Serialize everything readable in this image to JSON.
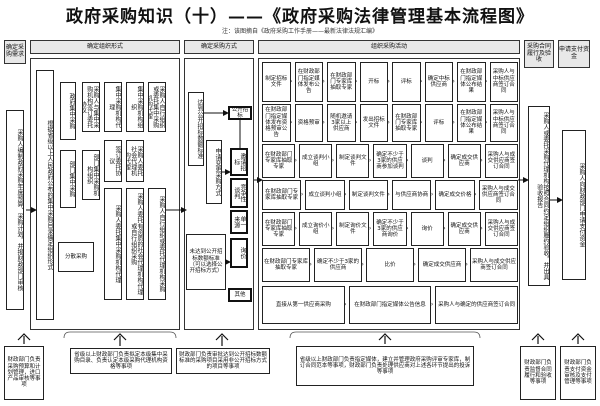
{
  "header": {
    "title": "政府采购知识（十）——《政府采购法律管理基本流程图》",
    "note": "注：该图摘自《政府采购工作手册——最新法律法规汇编》"
  },
  "columns": {
    "c1": "确定采购需求",
    "c2": "确定组织形式",
    "c3": "确定采购方式",
    "c4": "组织采购活动",
    "c5": "采购合同履行及验收",
    "c6": "申请支付资金"
  },
  "left": {
    "c1_main": "采购人编制政府采购年度预算、采购计划，并报财政部门审核",
    "c2_basis": "根据省级以上人民政府公布的集中采购目录确定组织形式",
    "gov_central": "政府集中采购",
    "dept_central": "部门集中采购",
    "dispersed": "分散采购",
    "gov_agent": "集中采购机构代理",
    "dept_org": "部门集中采购机构组织",
    "pur_entrust_a": "采购人委托集中采购机构代理",
    "pur_entrust_b": "采购人委托有资质的社会代理机构代理或自行组织采购",
    "pur_self": "采购人自行组织或委托代理机构采购",
    "entrust_agreement": "签订委托协议",
    "central_org": "集中采购机构组织",
    "pur_self2": "采购人自行组织或委托集中采购机构代理",
    "pur_dept_agree": "采购人与集中采购机构签订委托协议",
    "pur_entrust_c": "采购人委托社会代理机构代理"
  },
  "methods": {
    "over_limit": "达到公开招标数额标准",
    "apply": "申请变更采购方式",
    "under_limit": "未达到公开招标数额标准（可以选择公开招标方式）",
    "public": "公开招标",
    "invite": "邀请招标",
    "competitive": "竞争性谈判",
    "single": "单一来源",
    "inquiry": "询价",
    "other": "其他"
  },
  "process": {
    "row1": [
      "制定招标文件",
      "在财政部门指定媒体发布公告",
      "在财政部门专家库抽取专家",
      "开标",
      "评标",
      "确定中标供应商",
      "在财政部门指定媒体公布结果",
      "采购人与中标供应商签订合同"
    ],
    "row2": [
      "在财政部门指定媒体发布资格预审公告",
      "资格预审",
      "随机邀请3家以上供应商",
      "发出招标文件",
      "在财政部门专家库抽取专家",
      "评标",
      "在财政部门指定媒体公布结果",
      "采购人与中标供应商签订合同"
    ],
    "row3": [
      "在财政部门专家库抽取专家",
      "成立谈判小组",
      "制定谈判文件",
      "确定不少于3家的供应商参加谈判",
      "谈判",
      "确定成交供应商",
      "采购人与成交供应商签订合同"
    ],
    "row4": [
      "在财政部门专家库抽取专家",
      "成立谈判小组",
      "制定谈判文件",
      "与供应商协商",
      "确定成交价格",
      "采购人与成交供应商签订合同"
    ],
    "row5": [
      "在财政部门专家库抽取专家",
      "成立询价小组",
      "制定询价文件",
      "确定不少于3家的供应商询价",
      "询价",
      "确定成交供应商",
      "采购人与成交供应商签订合同"
    ],
    "row6": [
      "在财政部门专家库抽取专家",
      "确定不少于3家的供应商",
      "比价",
      "确定成交供应商",
      "采购人与成交供应商签订合同"
    ],
    "row7": [
      "直接从第一供应商采购",
      "在财政部门指定媒体公告信息",
      "采购人与确定的供应商签订合同"
    ]
  },
  "right": {
    "c5_main": "采购人或委托采购代理机构按照合同约定组织履约验收，并出具验收报告",
    "c6_main": "采购人向财政部门申请支付资金"
  },
  "footer": {
    "f1": "财政部门负责采购预算和计划管理，进口产品审核等事项",
    "f2": "省级以上财政部门负责拟定本级集中采购目录、负责认定本级采购代理机构资格等事项",
    "f3": "财政部门负责审批达到公开招标数额标准的采购项目采用非公开招标方式的项目等事项",
    "f4": "省级以上财政部门负责指定媒体，建立并管理政府采购评审专家库，制订合同范本等事项，财政部门负责处理供应商对上述各环节提出的投诉等事项",
    "f5": "财政部门负责监督合同履行和验收等事项",
    "f6": "财政部门负责支付资金审核及支付管理等事项"
  }
}
